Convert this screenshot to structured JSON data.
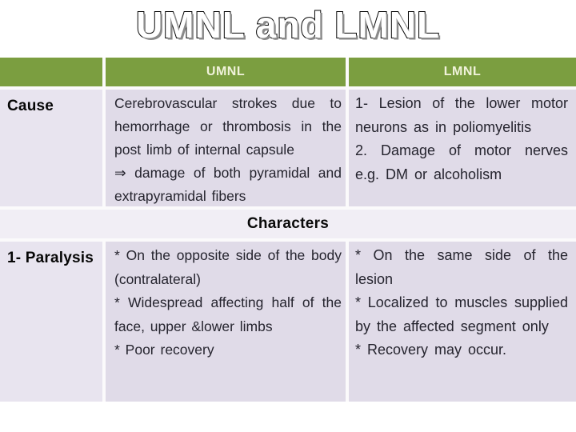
{
  "title": "UMNL and LMNL",
  "table": {
    "columns": [
      "",
      "UMNL",
      "LMNL"
    ],
    "cause": {
      "label": "Cause",
      "umnl": [
        "Cerebrovascular strokes due to hemorrhage or thrombosis in the post limb of internal capsule",
        "⇒ damage of both pyramidal and extrapyramidal fibers"
      ],
      "lmnl": [
        "1- Lesion of the lower motor neurons as in poliomyelitis",
        "2. Damage of motor nerves e.g. DM or alcoholism"
      ]
    },
    "section_header": "Characters",
    "paralysis": {
      "label": "1- Paralysis",
      "umnl": [
        "* On the opposite side of the body (contralateral)",
        "* Widespread affecting half of the face, upper &lower limbs",
        "* Poor recovery"
      ],
      "lmnl": [
        "* On the same side of the lesion",
        "* Localized to muscles supplied by the affected segment only",
        "* Recovery may occur."
      ]
    }
  },
  "colors": {
    "header_green": "#7B9E40",
    "header_text": "#F0F2DA",
    "cell_lavender": "#E0DBE8",
    "label_lavender": "#E8E4EF",
    "section_row": "#F1EEF5",
    "gap_white": "#FBFAFB"
  }
}
